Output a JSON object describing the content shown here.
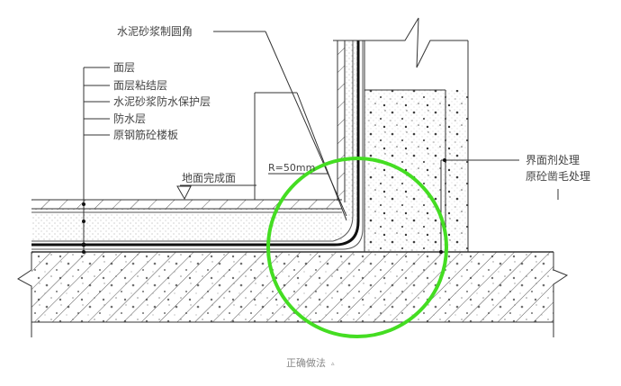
{
  "labels": {
    "fillet": "水泥砂浆制圆角",
    "layers": [
      "面层",
      "面层粘结层",
      "水泥砂浆防水保护层",
      "防水层",
      "原钢筋砼楼板"
    ],
    "finish_level": "地面完成面",
    "radius": "R=50mm",
    "interface_1": "界面剂处理",
    "interface_2": "原砼凿毛处理"
  },
  "caption": "正确做法",
  "caption_mark": "▵",
  "colors": {
    "highlight": "#44dd22",
    "line": "#333333"
  }
}
